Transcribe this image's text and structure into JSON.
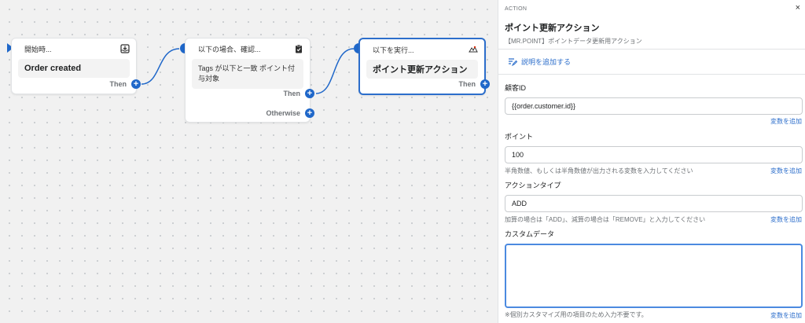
{
  "canvas": {
    "trigger": {
      "title": "開始時...",
      "body": "Order created",
      "out_label": "Then"
    },
    "condition": {
      "title": "以下の場合、確認...",
      "body": "Tags が以下と一致 ポイント付与対象",
      "then_label": "Then",
      "otherwise_label": "Otherwise"
    },
    "action": {
      "title": "以下を実行...",
      "body": "ポイント更新アクション",
      "out_label": "Then"
    }
  },
  "panel": {
    "kicker": "ACTION",
    "close": "×",
    "title": "ポイント更新アクション",
    "subtitle": "【MR.POINT】ポイントデータ更新用アクション",
    "add_description": "説明を追加する",
    "fields": [
      {
        "label": "顧客ID",
        "value": "{{order.customer.id}}",
        "help": "",
        "link": "変数を追加"
      },
      {
        "label": "ポイント",
        "value": "100",
        "help": "半角数値、もしくは半角数値が出力される変数を入力してください",
        "link": "変数を追加"
      },
      {
        "label": "アクションタイプ",
        "value": "ADD",
        "help": "加算の場合は「ADD」、減算の場合は「REMOVE」と入力してください",
        "link": "変数を追加"
      },
      {
        "label": "カスタムデータ",
        "value": "",
        "help": "※個別カスタマイズ用の項目のため入力不要です。",
        "link": "変数を追加"
      }
    ]
  },
  "colors": {
    "accent": "#1f67c9",
    "link": "#2c6ecb",
    "selected_border": "#2c6ecb"
  }
}
